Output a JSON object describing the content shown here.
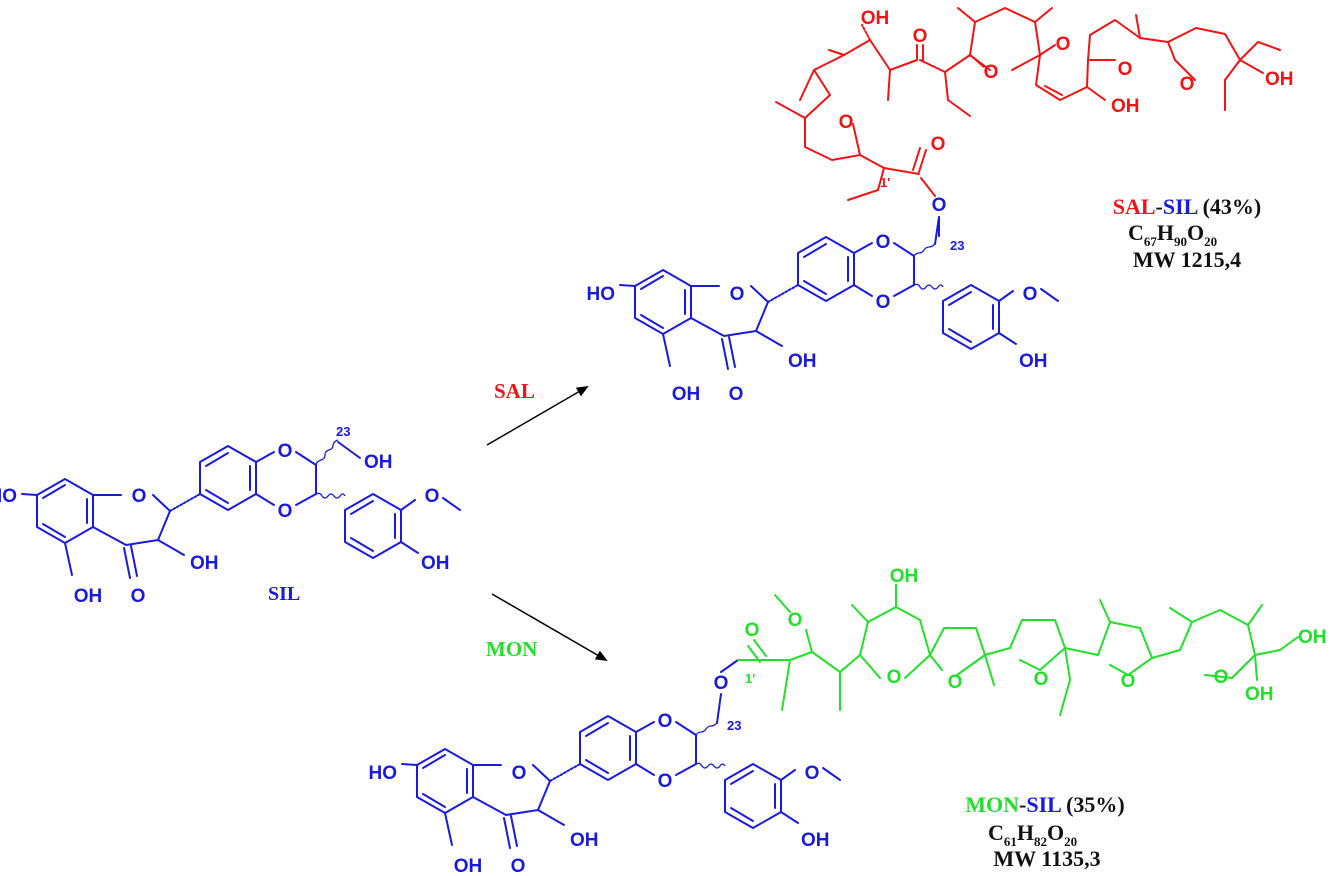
{
  "colors": {
    "sil": "#1a1adc",
    "sal": "#f01414",
    "mon": "#22e02a",
    "text": "#111111"
  },
  "atoms": {
    "HO": "HO",
    "OH": "OH",
    "O": "O",
    "num23": "23",
    "num1p": "1'"
  },
  "start": {
    "label": "SIL"
  },
  "arrows": {
    "top_label": "SAL",
    "bottom_label": "MON"
  },
  "product_sal": {
    "name_part1": "SAL",
    "name_dash": "-",
    "name_part2": "SIL",
    "yield": "(43%)",
    "formula": {
      "c": "C",
      "c_sub": "67",
      "h": "H",
      "h_sub": "90",
      "o": "O",
      "o_sub": "20"
    },
    "mw": "MW 1215,4"
  },
  "product_mon": {
    "name_part1": "MON",
    "name_dash": "-",
    "name_part2": "SIL",
    "yield": "(35%)",
    "formula": {
      "c": "C",
      "c_sub": "61",
      "h": "H",
      "h_sub": "82",
      "o": "O",
      "o_sub": "20"
    },
    "mw": "MW 1135,3"
  }
}
